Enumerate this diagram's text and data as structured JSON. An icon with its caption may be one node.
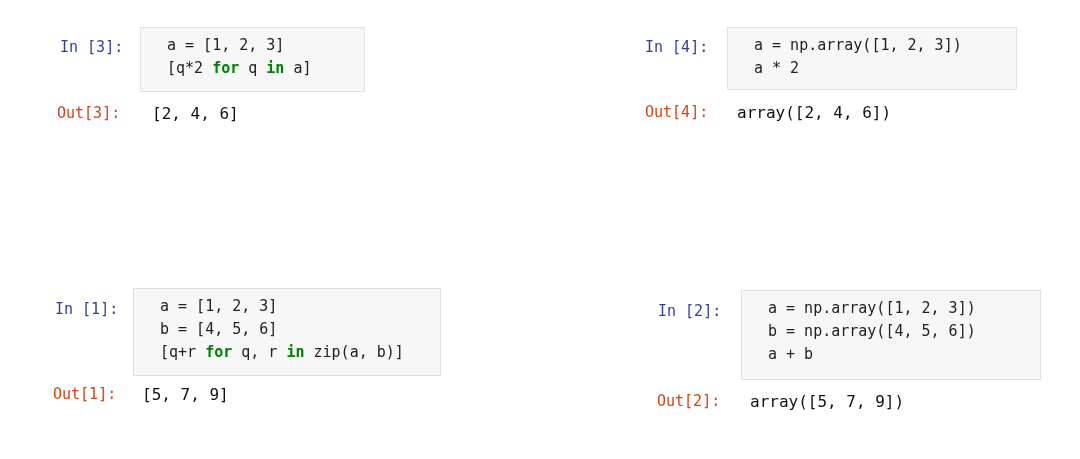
{
  "diagram": {
    "nodes": [
      {
        "text": [
          "a = [1, 2, 3]",
          "[q*2 **for** q **in** a]"
        ],
        "beside": [
          "In [3]:",
          "Out[3]:",
          "[2, 4, 6]"
        ]
      },
      {
        "text": [
          "a = np.array([1, 2, 3])",
          "a * 2"
        ],
        "beside": [
          "In [4]:",
          "Out[4]:",
          "array([2, 4, 6])"
        ]
      },
      {
        "text": [
          "a = [1, 2, 3]",
          "b = [4, 5, 6]",
          "[q+r **for** q, r **in** zip(a, b)]"
        ],
        "beside": [
          "In [1]:",
          "Out[1]:",
          "[5, 7, 9]"
        ]
      },
      {
        "text": [
          "a = np.array([1, 2, 3])",
          "b = np.array([4, 5, 6])",
          "a + b"
        ],
        "beside": [
          "In [2]:",
          "Out[2]:",
          "array([5, 7, 9])"
        ]
      }
    ]
  }
}
